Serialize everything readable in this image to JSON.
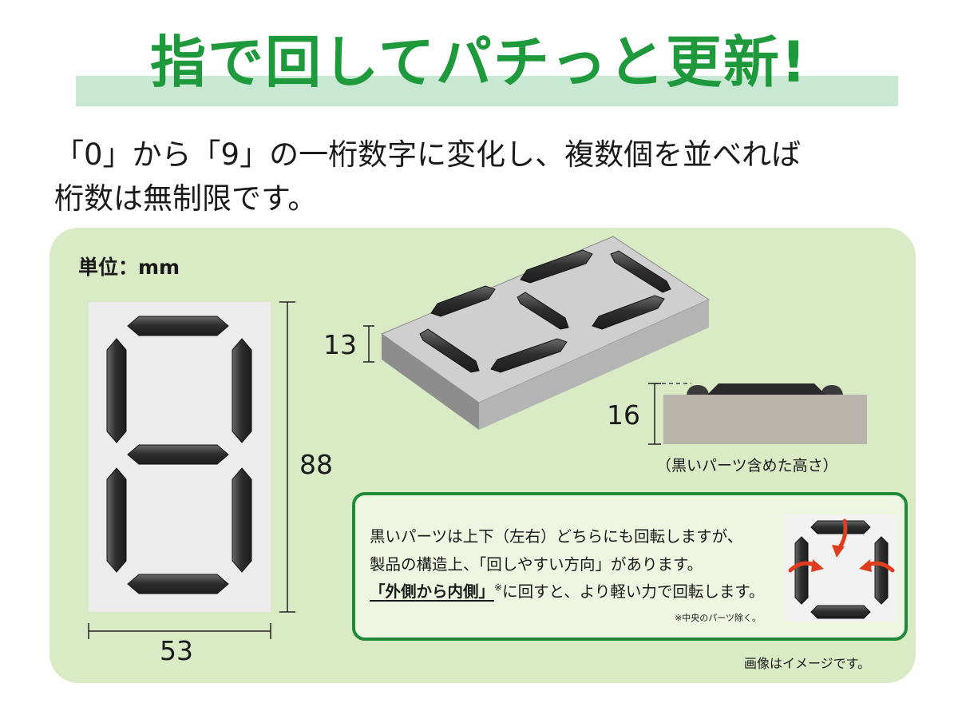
{
  "headline": "指で回してパチっと更新!",
  "subtitle": {
    "line1": "「0」から「9」の一桁数字に変化し、複数個を並べれば",
    "line2": "桁数は無制限です。"
  },
  "unit_label": "単位：mm",
  "dimensions": {
    "width": "53",
    "height": "88",
    "base_thickness": "13",
    "total_height": "16"
  },
  "height_caption": "（黒いパーツ含めた高さ）",
  "info": {
    "line1": "黒いパーツは上下（左右）どちらにも回転しますが、",
    "line2": "製品の構造上、「回しやすい方向」があります。",
    "emphasis": "「外側から内側」",
    "footnote_mark": "※",
    "line3_rest": "に回すと、より軽い力で回転します。",
    "note": "※中央のパーツ除く。"
  },
  "image_note": "画像はイメージです。",
  "colors": {
    "headline_green": "#1e9a3c",
    "band": "#c8e8d4",
    "panel": "#d9eac4",
    "box_border": "#1e8a3a",
    "segment": "#2e2e2e",
    "arrow": "#e03c1e"
  },
  "icons": [
    "seven-segment-digit-8",
    "rotate-arrow-icon"
  ]
}
